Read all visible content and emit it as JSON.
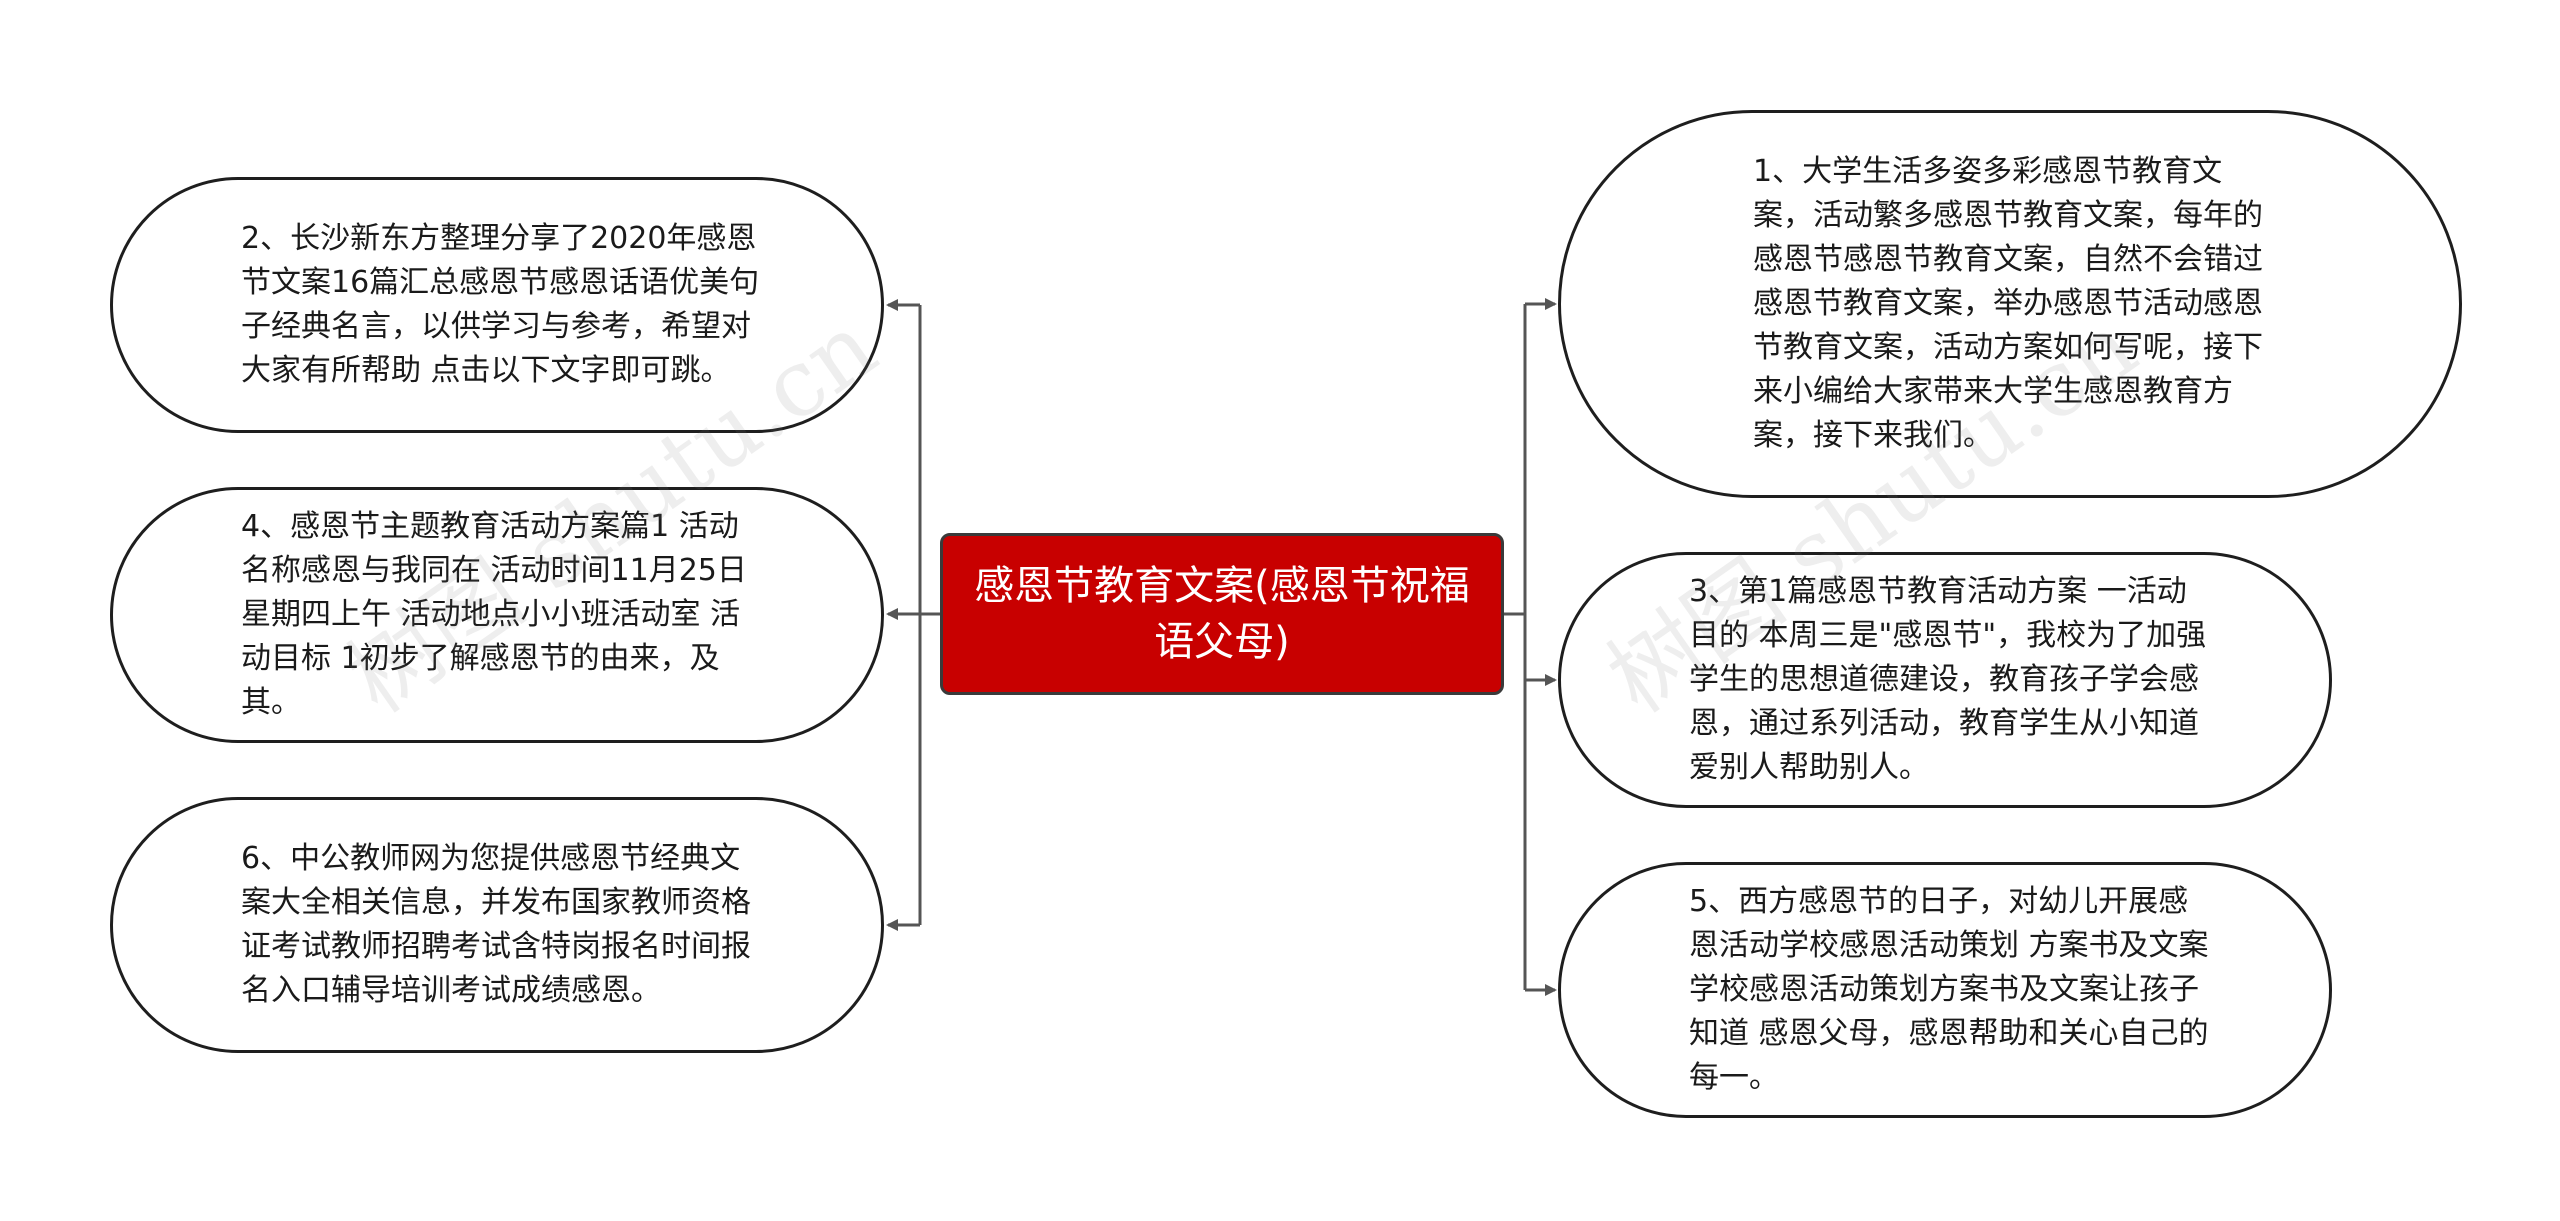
{
  "center": {
    "title": "感恩节教育文案(感恩节祝福语父母)"
  },
  "branches": {
    "b1": "1、大学生活多姿多彩感恩节教育文案，活动繁多感恩节教育文案，每年的感恩节感恩节教育文案，自然不会错过感恩节教育文案，举办感恩节活动感恩节教育文案，活动方案如何写呢，接下来小编给大家带来大学生感恩教育方案，接下来我们。",
    "b2": "2、长沙新东方整理分享了2020年感恩节文案16篇汇总感恩节感恩话语优美句子经典名言，以供学习与参考，希望对大家有所帮助 点击以下文字即可跳。",
    "b3": "3、第1篇感恩节教育活动方案 一活动目的 本周三是\"感恩节\"，我校为了加强学生的思想道德建设，教育孩子学会感恩，通过系列活动，教育学生从小知道爱别人帮助别人。",
    "b4": "4、感恩节主题教育活动方案篇1 活动名称感恩与我同在 活动时间11月25日星期四上午 活动地点小小班活动室 活动目标 1初步了解感恩节的由来，及其。",
    "b5": "5、西方感恩节的日子，对幼儿开展感恩活动学校感恩活动策划 方案书及文案学校感恩活动策划方案书及文案让孩子知道 感恩父母，感恩帮助和关心自己的每一。",
    "b6": "6、中公教师网为您提供感恩节经典文案大全相关信息，并发布国家教师资格证考试教师招聘考试含特岗报名时间报名入口辅导培训考试成绩感恩。"
  },
  "watermark": {
    "left": "树图 shutu.cn",
    "right": "树图 shutu.cn"
  },
  "colors": {
    "center_fill": "#c80000",
    "connector": "#555555",
    "node_border": "#1e1e1e"
  }
}
